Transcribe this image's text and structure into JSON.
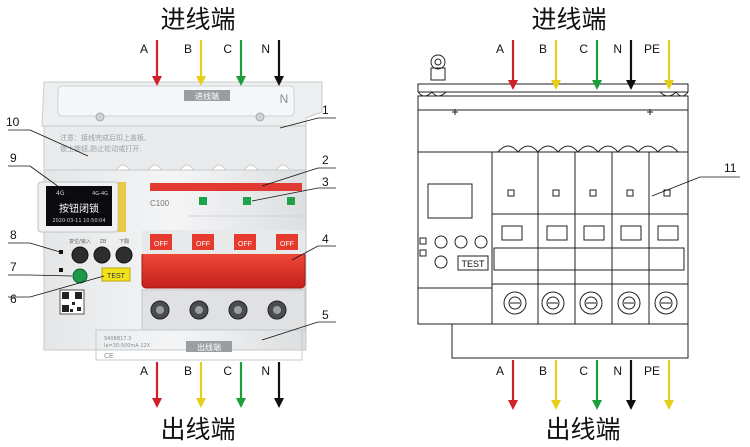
{
  "left": {
    "top_title": "进线端",
    "bottom_title": "出线端",
    "phases_in": [
      {
        "label": "A",
        "color": "#d0202a"
      },
      {
        "label": "B",
        "color": "#e6cf1a"
      },
      {
        "label": "C",
        "color": "#1c9e3a"
      },
      {
        "label": "N",
        "color": "#111111"
      }
    ],
    "phases_out": [
      {
        "label": "A",
        "color": "#d0202a"
      },
      {
        "label": "B",
        "color": "#e6cf1a"
      },
      {
        "label": "C",
        "color": "#1c9e3a"
      },
      {
        "label": "N",
        "color": "#111111"
      }
    ],
    "device": {
      "inlet_tag": "进线端",
      "outlet_tag": "出线端",
      "n_mark": "N",
      "notice_line1": "注意：接线完成后扣上盖板,",
      "notice_line2": "锁上锁钮,防止松动或打开.",
      "screen_status": "按钮闭锁",
      "screen_date": "2020-03-11 10:50:04",
      "screen_small_left": "4G",
      "screen_small_right": "4G-4G",
      "model": "C100",
      "button_labels": [
        "复位/输入",
        "ZB",
        "下翻"
      ],
      "off_label": "OFF",
      "test_label": "TEST",
      "spec_line1": "S408B17.3",
      "spec_line2": "Ia=30-500mA 12X",
      "ce_mark": "CE"
    },
    "callouts": [
      {
        "number": "1",
        "side": "right"
      },
      {
        "number": "2",
        "side": "right"
      },
      {
        "number": "3",
        "side": "right"
      },
      {
        "number": "4",
        "side": "right"
      },
      {
        "number": "5",
        "side": "right"
      },
      {
        "number": "6",
        "side": "left"
      },
      {
        "number": "7",
        "side": "left"
      },
      {
        "number": "8",
        "side": "left"
      },
      {
        "number": "9",
        "side": "left"
      },
      {
        "number": "10",
        "side": "left"
      }
    ]
  },
  "right": {
    "top_title": "进线端",
    "bottom_title": "出线端",
    "phases_in": [
      {
        "label": "A",
        "color": "#d0202a"
      },
      {
        "label": "B",
        "color": "#e6cf1a"
      },
      {
        "label": "C",
        "color": "#1c9e3a"
      },
      {
        "label": "N",
        "color": "#111111"
      },
      {
        "label": "PE",
        "color": "#e6cf1a"
      }
    ],
    "phases_out": [
      {
        "label": "A",
        "color": "#d0202a"
      },
      {
        "label": "B",
        "color": "#e6cf1a"
      },
      {
        "label": "C",
        "color": "#1c9e3a"
      },
      {
        "label": "N",
        "color": "#111111"
      },
      {
        "label": "PE",
        "color": "#e6cf1a"
      }
    ],
    "test_label": "TEST",
    "callout": "11"
  }
}
